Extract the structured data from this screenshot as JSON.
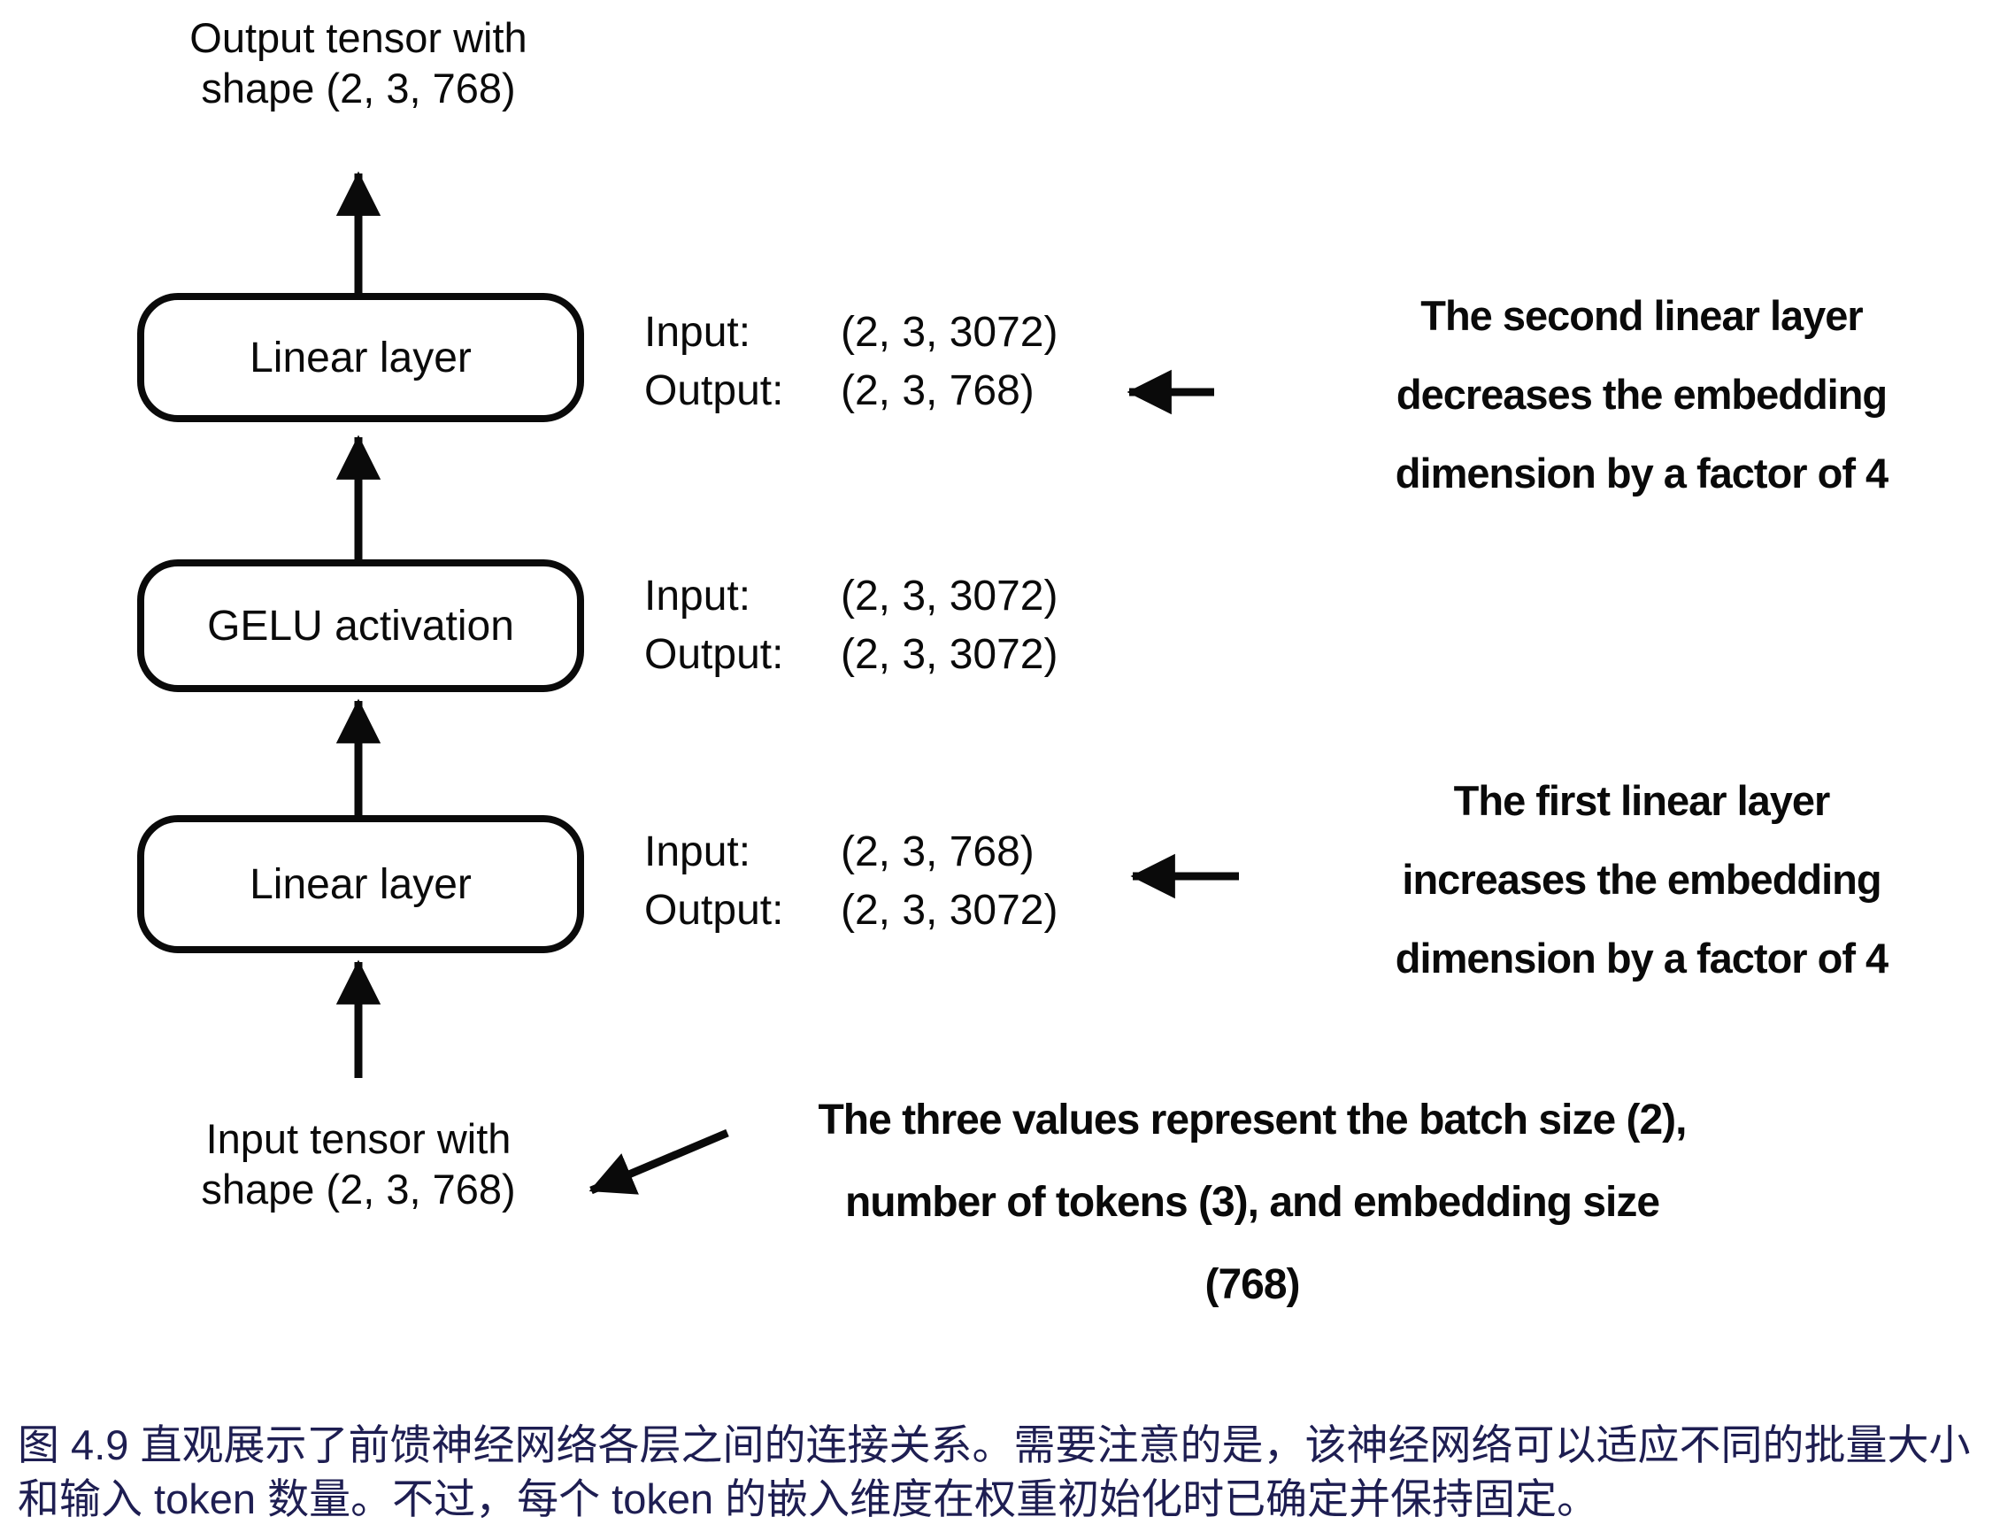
{
  "figure": {
    "ink_color": "#0a0a0a",
    "top_label_lines": [
      "Output tensor with",
      "shape (2, 3, 768)"
    ],
    "bottom_label_lines": [
      "Input tensor with",
      "shape (2, 3, 768)"
    ],
    "boxes": [
      {
        "label": "Linear layer"
      },
      {
        "label": "GELU activation"
      },
      {
        "label": "Linear layer"
      }
    ],
    "io_blocks": [
      {
        "input_label": "Input:",
        "input_value": "(2, 3, 3072)",
        "output_label": "Output:",
        "output_value": "(2, 3, 768)"
      },
      {
        "input_label": "Input:",
        "input_value": "(2, 3, 3072)",
        "output_label": "Output:",
        "output_value": "(2, 3, 3072)"
      },
      {
        "input_label": "Input:",
        "input_value": "(2, 3, 768)",
        "output_label": "Output:",
        "output_value": "(2, 3, 3072)"
      }
    ],
    "annotations": {
      "second_linear_lines": [
        "The second linear layer",
        "decreases the embedding",
        "dimension by a factor of 4"
      ],
      "first_linear_lines": [
        "The first linear layer",
        "increases the embedding",
        "dimension by a factor of 4"
      ],
      "batch_lines": [
        "The three values represent the batch size (2),",
        "number of tokens (3), and embedding size",
        "(768)"
      ]
    }
  },
  "caption": {
    "text": "图 4.9 直观展示了前馈神经网络各层之间的连接关系。需要注意的是，该神经网络可以适应不同的批量大小和输入 token 数量。不过，每个 token 的嵌入维度在权重初始化时已确定并保持固定。",
    "color": "#1e1e52"
  }
}
